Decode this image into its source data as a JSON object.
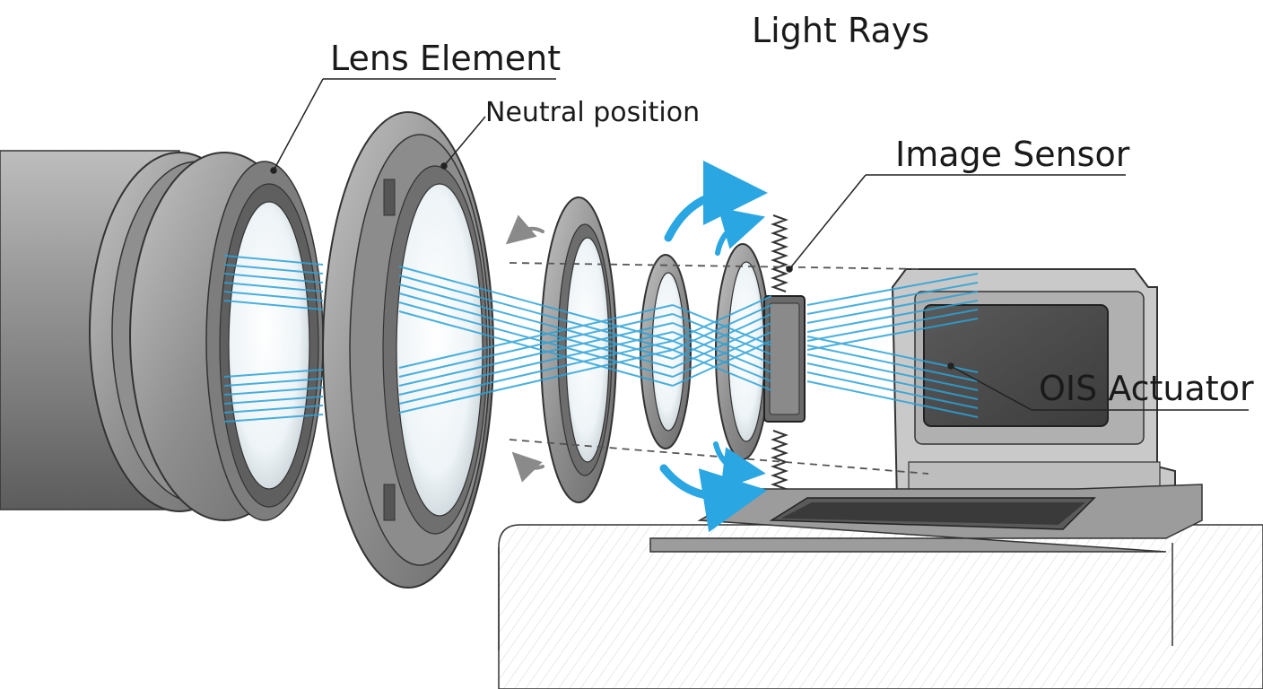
{
  "labels": {
    "lens_element": "Lens Element",
    "light_rays": "Light Rays",
    "neutral_position": "Neutral position",
    "image_sensor": "Image Sensor",
    "ois_actuator": "OIS Actuator"
  },
  "colors": {
    "ray": "#29a3da",
    "metal_dark": "#6e6e6e",
    "metal_mid": "#9a9a9a",
    "metal_light": "#cfcfcf",
    "outline": "#2a2a2a",
    "sensor_panel": "#4a4a4a",
    "arrow": "#2aa6e2"
  },
  "icons": [
    "rotation-arrow-icon",
    "spring-icon"
  ]
}
